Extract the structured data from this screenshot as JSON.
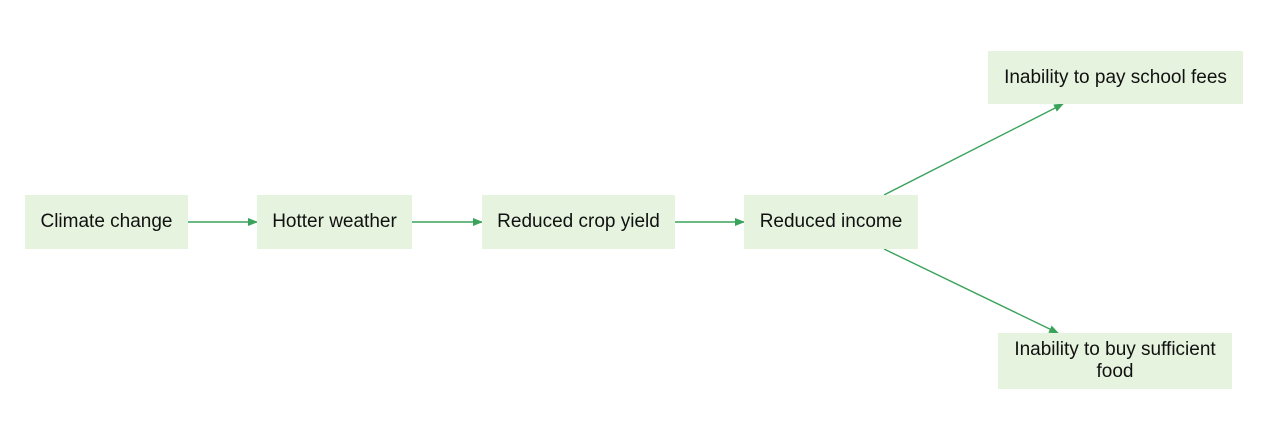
{
  "diagram": {
    "edge_color": "#3aa35b",
    "node_fill": "#e6f4df",
    "nodes": [
      {
        "id": "climate",
        "label": "Climate change"
      },
      {
        "id": "hotter",
        "label": "Hotter weather"
      },
      {
        "id": "crop",
        "label": "Reduced crop yield"
      },
      {
        "id": "income",
        "label": "Reduced income"
      },
      {
        "id": "fees",
        "label": "Inability to pay school fees"
      },
      {
        "id": "food",
        "label": "Inability to buy sufficient food"
      }
    ],
    "edges": [
      {
        "from": "climate",
        "to": "hotter"
      },
      {
        "from": "hotter",
        "to": "crop"
      },
      {
        "from": "crop",
        "to": "income"
      },
      {
        "from": "income",
        "to": "fees"
      },
      {
        "from": "income",
        "to": "food"
      }
    ]
  }
}
